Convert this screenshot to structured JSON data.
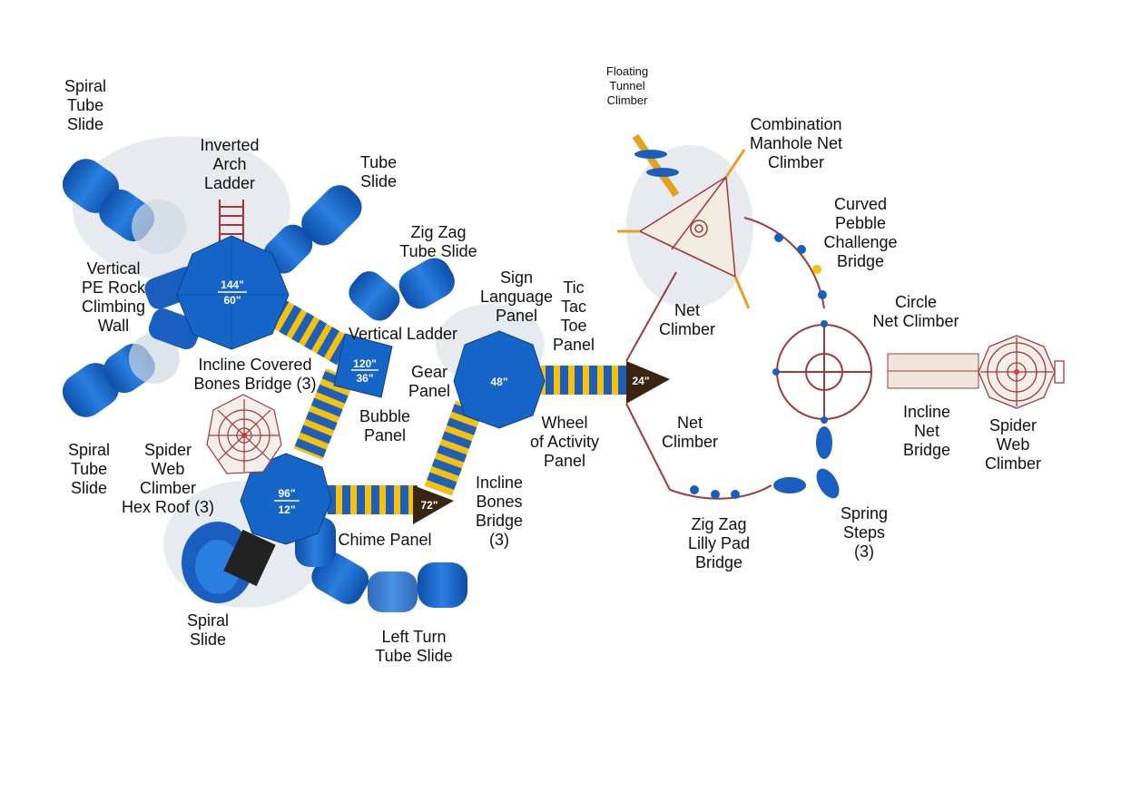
{
  "labels": {
    "spiral_tube_slide_top": "Spiral\nTube\nSlide",
    "inverted_arch_ladder": "Inverted\nArch\nLadder",
    "tube_slide": "Tube\nSlide",
    "zig_zag_tube_slide": "Zig Zag\nTube Slide",
    "vertical_pe_rock": "Vertical\nPE Rock\nClimbing\nWall",
    "incline_covered_bones": "Incline Covered\nBones Bridge (3)",
    "vertical_ladder": "Vertical Ladder",
    "bubble_panel": "Bubble\nPanel",
    "spiral_tube_slide_bottom": "Spiral\nTube\nSlide",
    "spider_web_hex_roof": "Spider\nWeb\nClimber\nHex Roof (3)",
    "chime_panel": "Chime Panel",
    "spiral_slide": "Spiral\nSlide",
    "left_turn_tube_slide": "Left Turn\nTube Slide",
    "sign_language_panel": "Sign\nLanguage\nPanel",
    "tic_tac_toe_panel": "Tic\nTac\nToe\nPanel",
    "gear_panel": "Gear\nPanel",
    "wheel_of_activity": "Wheel\nof Activity\nPanel",
    "incline_bones_bridge": "Incline\nBones\nBridge\n(3)",
    "floating_tunnel_climber": "Floating\nTunnel\nClimber",
    "combination_manhole": "Combination\nManhole Net\nClimber",
    "curved_pebble": "Curved\nPebble\nChallenge\nBridge",
    "net_climber_top": "Net\nClimber",
    "net_climber_bottom": "Net\nClimber",
    "circle_net_climber": "Circle\nNet Climber",
    "incline_net_bridge": "Incline\nNet\nBridge",
    "spider_web_climber": "Spider\nWeb\nClimber",
    "spring_steps": "Spring\nSteps\n(3)",
    "zig_zag_lilly_pad": "Zig Zag\nLilly Pad\nBridge"
  },
  "decks": {
    "deck_144": {
      "top": "144\"",
      "bottom": "60\""
    },
    "deck_120": {
      "top": "120\"",
      "bottom": "36\""
    },
    "deck_96": {
      "top": "96\"",
      "bottom": "12\""
    },
    "deck_48": "48\"",
    "deck_72": "72\"",
    "deck_24": "24\""
  },
  "colors": {
    "roof_blue": "#1565c8",
    "yellow": "#f4c20d",
    "post_red": "#b03030",
    "brown": "#3a2412"
  }
}
